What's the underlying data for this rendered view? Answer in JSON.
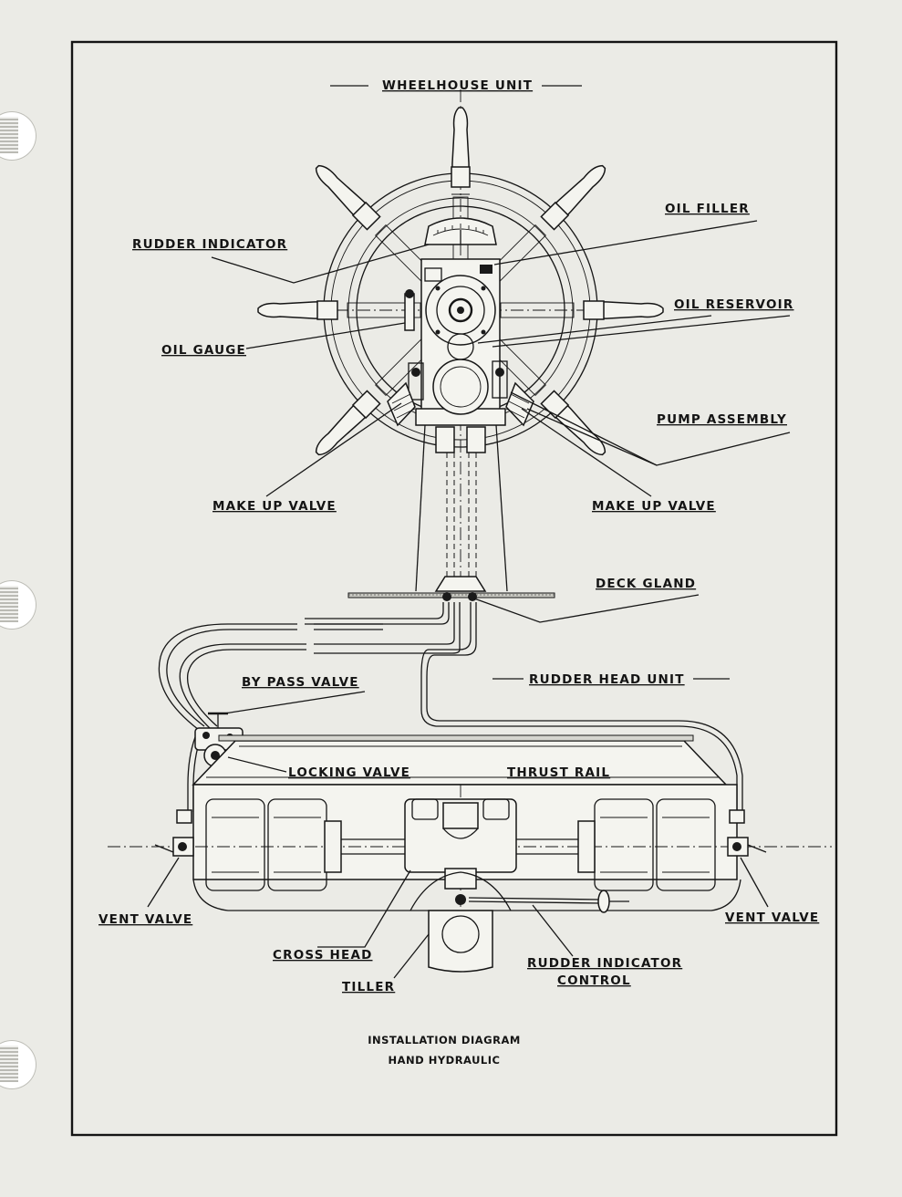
{
  "labels": {
    "wheelhouse_unit": "WHEELHOUSE UNIT",
    "oil_filler": "OIL FILLER",
    "rudder_indicator": "RUDDER INDICATOR",
    "oil_reservoir": "OIL RESERVOIR",
    "oil_gauge": "OIL GAUGE",
    "pump_assembly": "PUMP ASSEMBLY",
    "make_up_valve_left": "MAKE UP VALVE",
    "make_up_valve_right": "MAKE UP VALVE",
    "deck_gland": "DECK GLAND",
    "rudder_head_unit": "RUDDER HEAD UNIT",
    "by_pass_valve": "BY PASS VALVE",
    "locking_valve": "LOCKING VALVE",
    "thrust_rail": "THRUST RAIL",
    "vent_valve_left": "VENT VALVE",
    "vent_valve_right": "VENT VALVE",
    "cross_head": "CROSS HEAD",
    "rudder_indicator_control_line1": "RUDDER INDICATOR",
    "rudder_indicator_control_line2": "CONTROL",
    "tiller": "TILLER"
  },
  "caption": {
    "line1": "INSTALLATION DIAGRAM",
    "line2": "HAND HYDRAULIC"
  },
  "colors": {
    "paper": "#ebebe6",
    "ink": "#161616"
  }
}
